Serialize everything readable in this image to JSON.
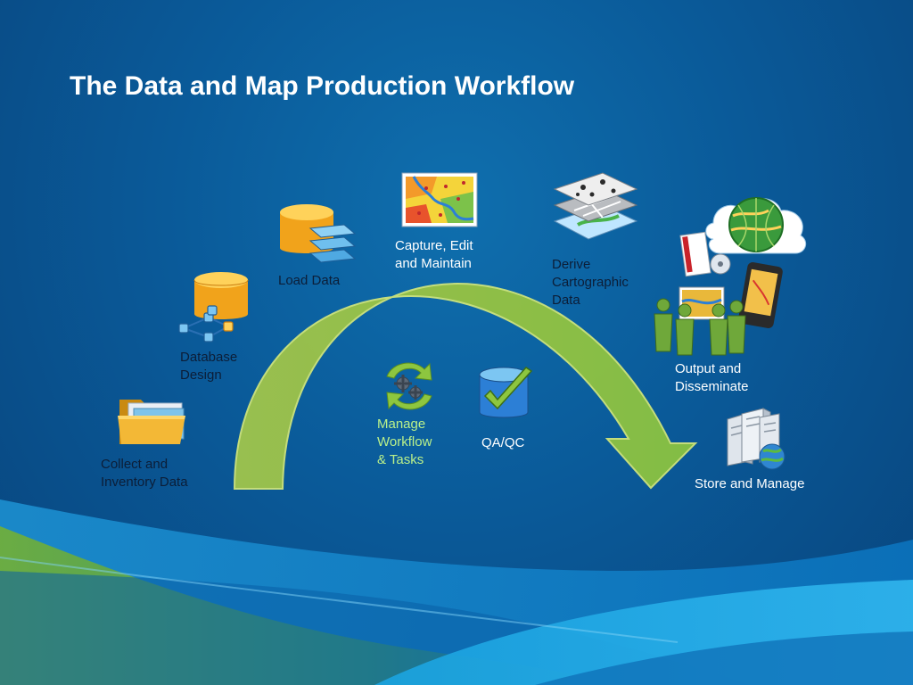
{
  "title": "The Data and Map Production Workflow",
  "steps": {
    "collect": "Collect and\nInventory Data",
    "database_design": "Database\nDesign",
    "load_data": "Load Data",
    "capture": "Capture, Edit\nand Maintain",
    "derive": "Derive\nCartographic\nData",
    "output": "Output and\nDisseminate",
    "store": "Store and Manage",
    "manage": "Manage\nWorkflow\n& Tasks",
    "qaqc": "QA/QC"
  },
  "colors": {
    "title_text": "#ffffff",
    "dark_label": "#0c1e38",
    "light_label": "#ffffff",
    "manage_label": "#b9f08a",
    "arrow_fill": "#8dc63f",
    "arrow_edge": "#c9e56b"
  },
  "icons": {
    "collect": "folder-icon",
    "database_design": "database-network-icon",
    "load_data": "database-layers-icon",
    "capture": "map-icon",
    "derive": "map-layers-icon",
    "output": "globe-devices-people-icon",
    "store": "server-globe-icon",
    "manage": "gears-cycle-icon",
    "qaqc": "database-check-icon"
  }
}
